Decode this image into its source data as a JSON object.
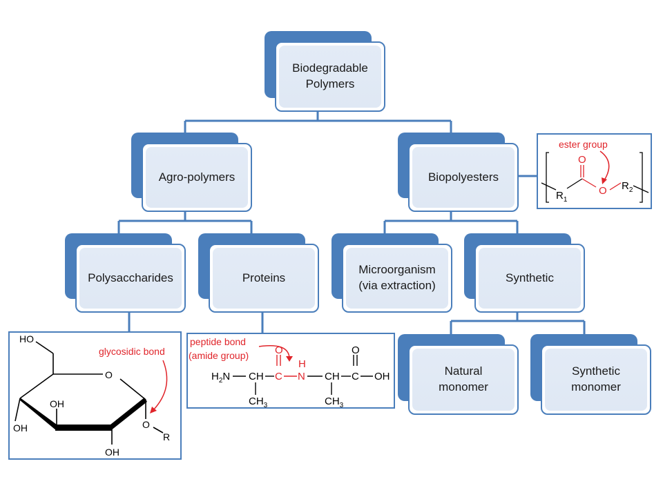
{
  "colors": {
    "box_dark": "#4a7ebb",
    "box_light": "#dfe8f4",
    "connector": "#4a7ebb",
    "annotation": "#e0242a",
    "structure": "#000000"
  },
  "nodes": {
    "root": "Biodegradable\nPolymers",
    "agro": "Agro-polymers",
    "biopolyesters": "Biopolyesters",
    "polysaccharides": "Polysaccharides",
    "proteins": "Proteins",
    "microorganism": "Microorganism\n(via extraction)",
    "synthetic": "Synthetic",
    "natural_monomer": "Natural\nmonomer",
    "synthetic_monomer": "Synthetic\nmonomer"
  },
  "sugar_panel": {
    "annotation": "glycosidic bond",
    "labels": {
      "ho_top": "HO",
      "ring_o": "O",
      "oh_mid": "OH",
      "oh_left": "OH",
      "oh_bottom": "OH",
      "o_link": "O",
      "r": "R"
    }
  },
  "peptide_panel": {
    "annotation_line1": "peptide bond",
    "annotation_line2": "(amide group)",
    "labels": {
      "h2n": "H",
      "sub2": "2",
      "n": "N",
      "ch1": "CH",
      "c_amide": "C",
      "o_amide": "O",
      "n_amide": "N",
      "h_amide": "H",
      "ch2": "CH",
      "c_acid": "C",
      "o_acid": "O",
      "oh": "OH",
      "ch3_1": "CH",
      "ch3_2": "CH",
      "sub3": "3"
    }
  },
  "ester_panel": {
    "annotation": "ester group",
    "labels": {
      "o_double": "O",
      "o_single": "O",
      "r1": "R",
      "r1_sub": "1",
      "r2": "R",
      "r2_sub": "2"
    }
  }
}
